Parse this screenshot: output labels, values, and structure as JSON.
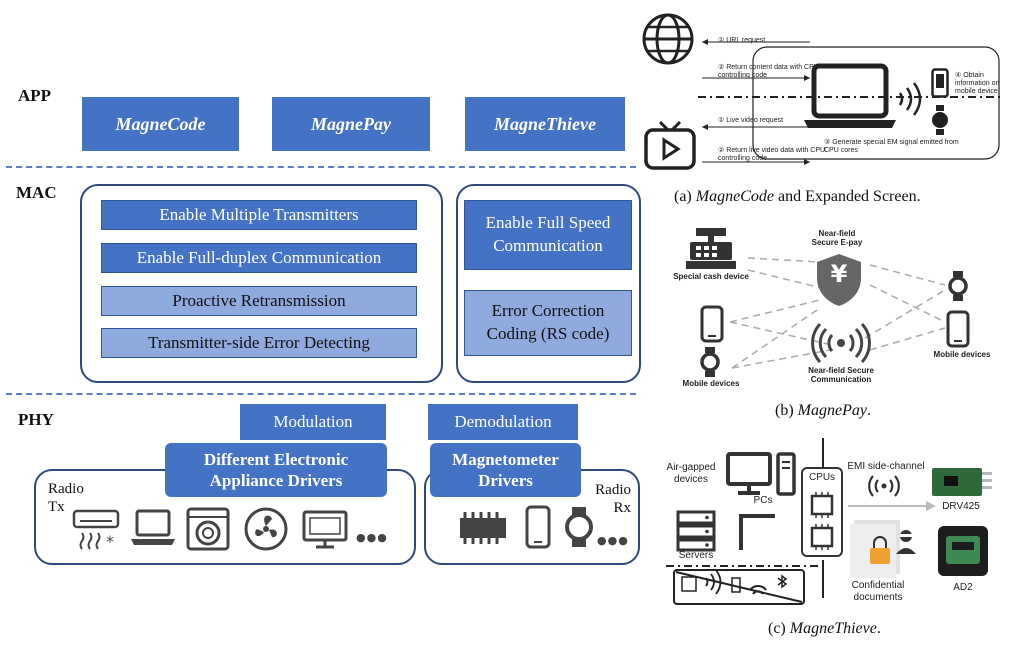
{
  "layers": {
    "app": "APP",
    "mac": "MAC",
    "phy": "PHY"
  },
  "app": [
    "MagneCode",
    "MagnePay",
    "MagneThieve"
  ],
  "mac_left": [
    "Enable Multiple Transmitters",
    "Enable Full-duplex Communication",
    "Proactive Retransmission",
    "Transmitter-side Error Detecting"
  ],
  "mac_right": [
    "Enable Full Speed Communication",
    "Error Correction Coding (RS code)"
  ],
  "phy": {
    "modulation": "Modulation",
    "demodulation": "Demodulation",
    "tx_drivers": "Different Electronic Appliance Drivers",
    "rx_drivers": "Magnetometer Drivers",
    "radio_tx": "Radio Tx",
    "radio_rx": "Radio Rx",
    "ellipsis": "●●●"
  },
  "fig_a": {
    "url_request": "① URL request",
    "return_content": "② Return content data with CPU controlling code",
    "live_video": "① Live video request",
    "return_live": "② Return live video data with CPU controlling code",
    "generate_em": "③ Generate special EM signal emitted from CPU cores",
    "obtain_info": "④ Obtain information on mobile device",
    "caption_italic": "MagneCode",
    "caption_rest": " and Expanded Screen.",
    "caption_prefix": "(a) "
  },
  "fig_b": {
    "cash_device": "Special cash device",
    "secure_epay": "Near-field Secure E-pay",
    "secure_comm": "Near-field Secure Communication",
    "mobile_left": "Mobile devices",
    "mobile_right": "Mobile devices",
    "yen": "¥",
    "caption_prefix": "(b) ",
    "caption_italic": "MagnePay",
    "caption_rest": "."
  },
  "fig_c": {
    "air_gapped": "Air-gapped devices",
    "pcs": "PCs",
    "servers": "Servers",
    "cpus": "CPUs",
    "emi": "EMI side-channel",
    "drv": "DRV425",
    "confidential": "Confidential documents",
    "ad2": "AD2",
    "caption_prefix": "(c) ",
    "caption_italic": "MagneThieve",
    "caption_rest": "."
  },
  "colors": {
    "dark_box": "#4472c4",
    "light_box": "#8faadc",
    "border": "#2f4a7a",
    "icon": "#444444"
  }
}
